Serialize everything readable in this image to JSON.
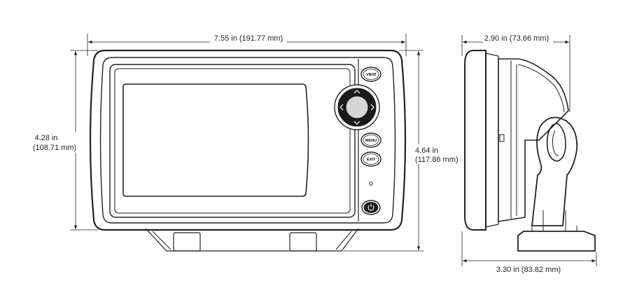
{
  "dimensions": {
    "front_width": "7.55 in (191.77 mm)",
    "front_height_body_in": "4.28 in",
    "front_height_body_mm": "(108.71 mm)",
    "front_height_total_in": "4.64 in",
    "front_height_total_mm": "(117.86 mm)",
    "side_depth_top": "2.90 in  (73.66 mm)",
    "side_depth_bottom": "3.30 in (83.82 mm)"
  },
  "buttons": {
    "view": "VIEW",
    "menu": "MENU",
    "exit": "EXIT"
  }
}
